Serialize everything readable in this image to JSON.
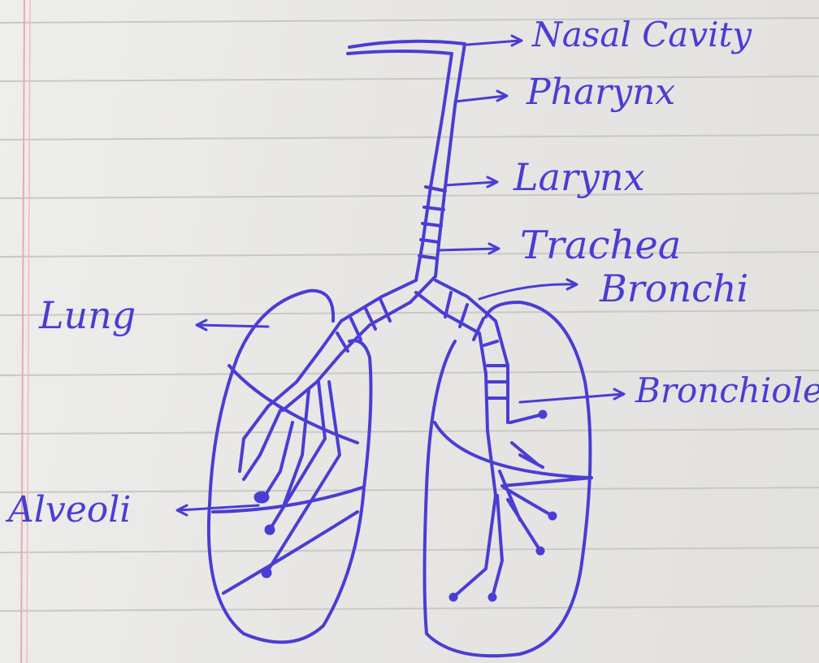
{
  "ink_color": "#4a3dd4",
  "paper": {
    "rule_color": "#c9c8c6",
    "margin_color": "#f0a6b4"
  },
  "labels": {
    "nasal_cavity": "Nasal Cavity",
    "pharynx": "Pharynx",
    "larynx": "Larynx",
    "trachea": "Trachea",
    "bronchi": "Bronchi",
    "bronchioles": "Bronchioles",
    "lung": "Lung",
    "alveoli": "Alveoli"
  }
}
